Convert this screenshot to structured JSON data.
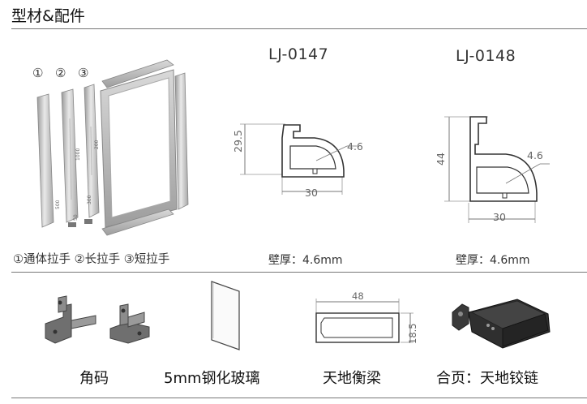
{
  "page": {
    "title": "型材&配件"
  },
  "handle_labels": {
    "markers": [
      "①",
      "②",
      "③"
    ],
    "legend": "①通体拉手 ②长拉手 ③短拉手",
    "dims": [
      "500",
      "1000",
      "200",
      "300",
      "50"
    ]
  },
  "profiles": [
    {
      "model": "LJ-0147",
      "height": "29.5",
      "width": "30",
      "radius": "4.6",
      "thickness": "壁厚：4.6mm"
    },
    {
      "model": "LJ-0148",
      "height": "44",
      "width": "30",
      "radius": "4.6",
      "thickness": "壁厚：4.6mm"
    }
  ],
  "accessories": [
    {
      "caption": "角码"
    },
    {
      "caption": "5mm钢化玻璃"
    },
    {
      "caption": "天地衡梁",
      "width": "48",
      "height": "18.5"
    },
    {
      "caption": "合页：天地铰链"
    }
  ]
}
